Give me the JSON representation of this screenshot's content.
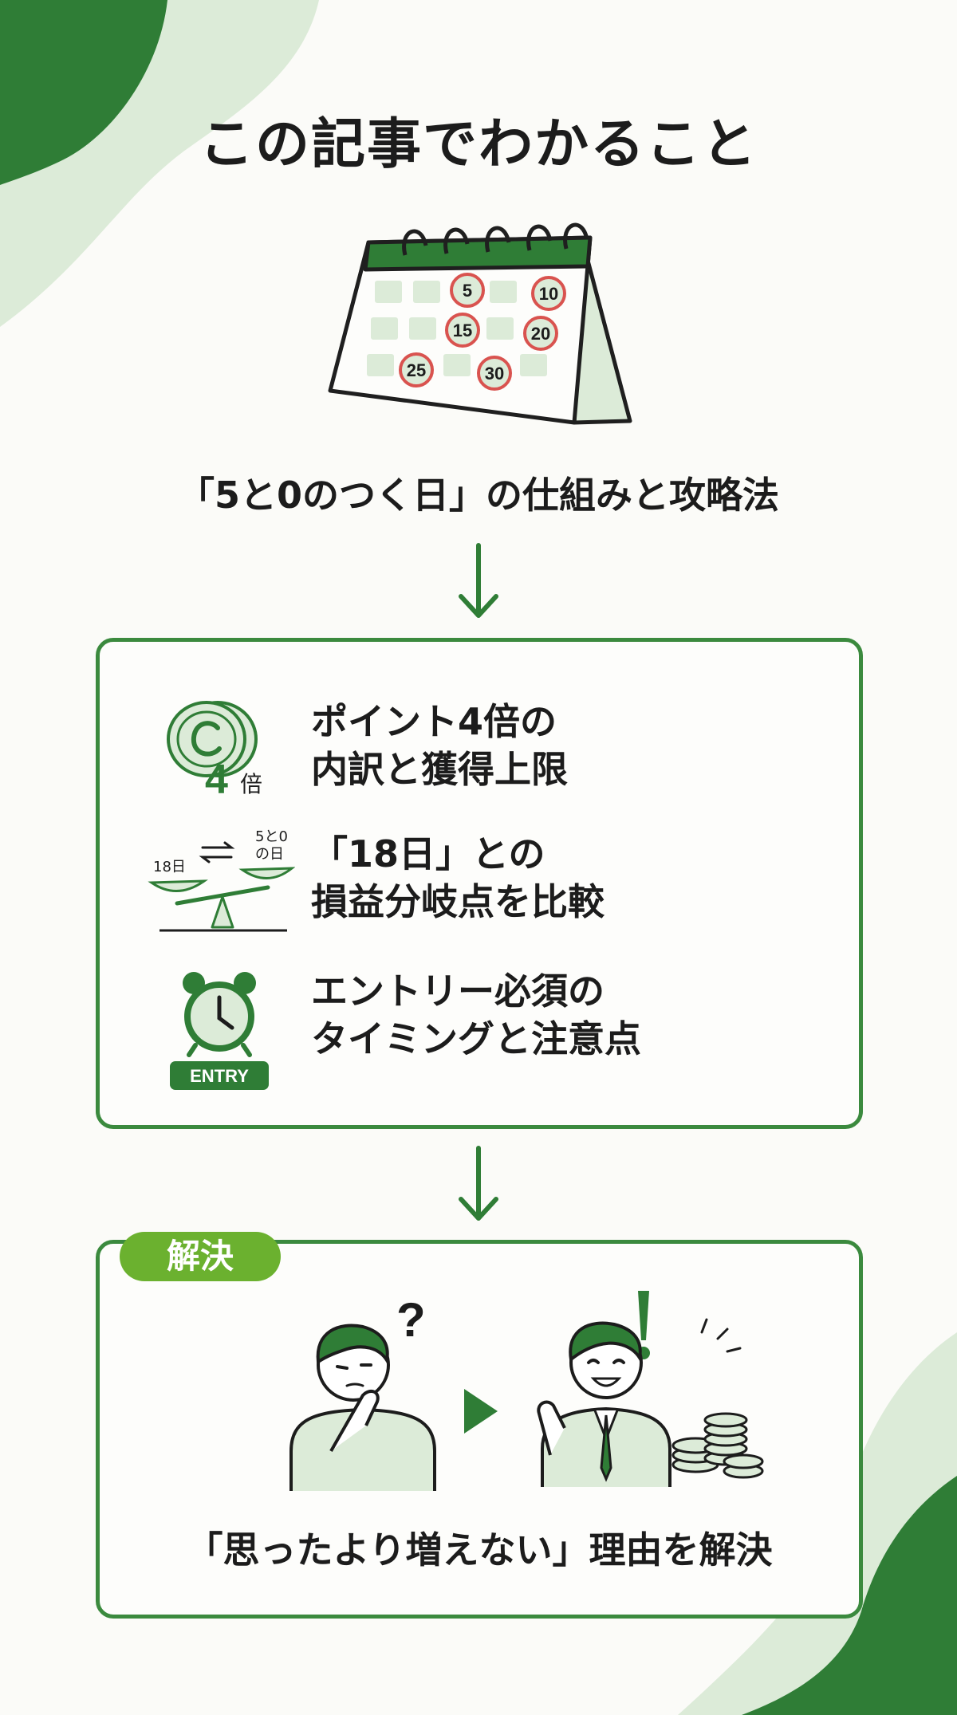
{
  "title": "この記事でわかること",
  "calendar": {
    "circled_dates": [
      "5",
      "10",
      "15",
      "20",
      "25",
      "30"
    ]
  },
  "subtitle": "「5と0のつく日」の仕組みと攻略法",
  "features": [
    {
      "icon": "coin-4x-icon",
      "icon_text": "4",
      "icon_text_suffix": "倍",
      "lines": [
        "ポイント4倍の",
        "内訳と獲得上限"
      ]
    },
    {
      "icon": "balance-scale-icon",
      "icon_left_label": "18日",
      "icon_right_label_1": "5と0",
      "icon_right_label_2": "の日",
      "lines": [
        "「18日」との",
        "損益分岐点を比較"
      ]
    },
    {
      "icon": "alarm-clock-entry-icon",
      "icon_text": "ENTRY",
      "lines": [
        "エントリー必須の",
        "タイミングと注意点"
      ]
    }
  ],
  "solution": {
    "badge": "解決",
    "text": "「思ったより増えない」理由を解決"
  },
  "colors": {
    "accent": "#3b8a3e",
    "badge": "#6bb12f",
    "pale": "#dcebd8",
    "date_circle": "#d9534f"
  }
}
